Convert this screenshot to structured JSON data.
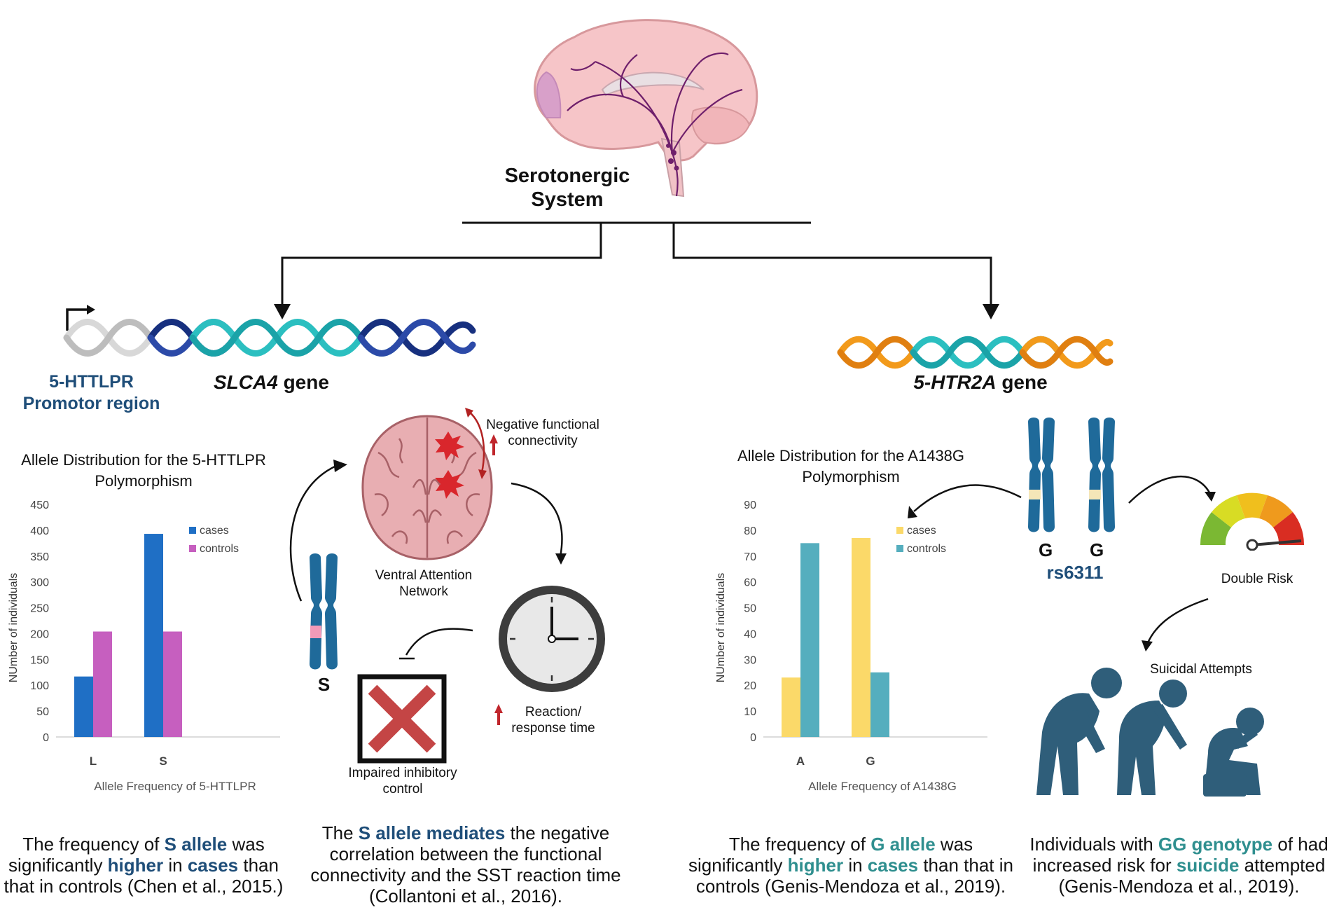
{
  "header": {
    "title_line1": "Serotonergic",
    "title_line2": "System"
  },
  "left_gene": {
    "promoter_line1": "5-HTTLPR",
    "promoter_line2": "Promotor region",
    "gene_name": "SLCA4",
    "gene_suffix": " gene"
  },
  "right_gene": {
    "gene_name": "5-HTR2A",
    "gene_suffix": " gene"
  },
  "middle_panel": {
    "neg_line1": "Negative functional",
    "neg_line2": "connectivity",
    "van_line1": "Ventral Attention",
    "van_line2": "Network",
    "allele_label": "S",
    "reaction_line1": "Reaction/",
    "reaction_line2": "response time",
    "impaired_line1": "Impaired inhibitory",
    "impaired_line2": "control"
  },
  "right_panel": {
    "allele1": "G",
    "allele2": "G",
    "snp": "rs6311",
    "risk_label": "Double Risk",
    "suicide_label": "Suicidal Attempts"
  },
  "chart_data": [
    {
      "type": "bar",
      "title_line1": "Allele Distribution for the 5-HTTLPR",
      "title_line2": "Polymorphism",
      "xlabel": "Allele Frequency of 5-HTTLPR",
      "ylabel": "NUmber of individuals",
      "categories": [
        "L",
        "S"
      ],
      "ylim": [
        0,
        450
      ],
      "yticks": [
        "0",
        "50",
        "100",
        "150",
        "200",
        "250",
        "300",
        "350",
        "400",
        "450"
      ],
      "series": [
        {
          "name": "cases",
          "color": "#1f6fc5",
          "values": [
            117,
            393
          ]
        },
        {
          "name": "controls",
          "color": "#c65fbf",
          "values": [
            204,
            204
          ]
        }
      ],
      "legend": "top-right",
      "grid": false
    },
    {
      "type": "bar",
      "title_line1": "Allele Distribution for the A1438G",
      "title_line2": "Polymorphism",
      "xlabel": "Allele Frequency of A1438G",
      "ylabel": "NUmber of individuals",
      "categories": [
        "A",
        "G"
      ],
      "ylim": [
        0,
        90
      ],
      "yticks": [
        "0",
        "10",
        "20",
        "30",
        "40",
        "50",
        "60",
        "70",
        "80",
        "90"
      ],
      "series": [
        {
          "name": "cases",
          "color": "#fbd969",
          "values": [
            23,
            77
          ]
        },
        {
          "name": "controls",
          "color": "#55aebe",
          "values": [
            75,
            25
          ]
        }
      ],
      "legend": "top-right",
      "grid": false
    }
  ],
  "captions": {
    "c1": {
      "p1": "The frequency of ",
      "h1": "S allele",
      "p2": " was",
      "p3": "significantly ",
      "h2": "higher",
      "p4": " in ",
      "h3": "cases",
      "p5": " than",
      "p6": "that in controls (Chen et al., 2015.)"
    },
    "c2": {
      "p1": "The ",
      "h1": "S allele mediates",
      "p2": " the negative",
      "p3": "correlation between the functional",
      "p4": "connectivity and the SST reaction time",
      "p5": "(Collantoni et al., 2016)."
    },
    "c3": {
      "p1": "The frequency of ",
      "h1": "G allele",
      "p2": " was",
      "p3": "significantly ",
      "h2": "higher",
      "p4": " in ",
      "h3": "cases",
      "p5": " than that in",
      "p6": "controls (Genis-Mendoza et al., 2019)."
    },
    "c4": {
      "p1": "Individuals with ",
      "h1": "GG genotype",
      "p2": " of had",
      "p3": "increased risk for ",
      "h2": "suicide",
      "p4": " attempted",
      "p5": "(Genis-Mendoza et al., 2019)."
    }
  },
  "colors": {
    "blue_text": "#1f4e79",
    "teal_text": "#2f8f8f",
    "chromosome": "#1f6a9a",
    "person": "#2f5e7a",
    "dna_navy": "#17307f",
    "dna_teal": "#2bbfc0",
    "dna_orange": "#f29a1b"
  }
}
